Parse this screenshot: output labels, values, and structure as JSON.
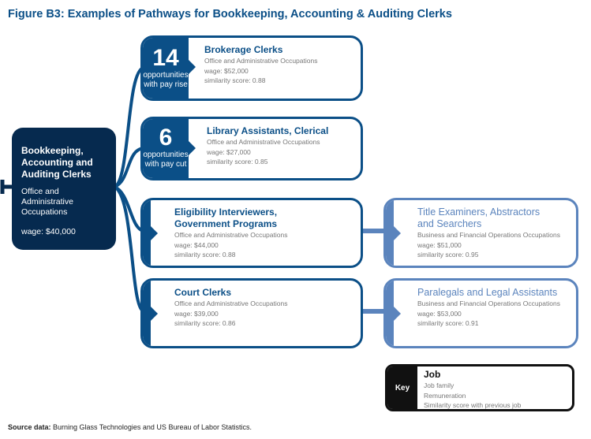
{
  "title": "Figure B3: Examples of Pathways for Bookkeeping, Accounting & Auditing Clerks",
  "source_job": {
    "title": "Bookkeeping, Accounting and Auditing Clerks",
    "family": "Office and Administrative Occupations",
    "wage": "wage: $40,000"
  },
  "jobs": [
    {
      "title": "Brokerage Clerks",
      "family": "Office and Administrative Occupations",
      "wage": "wage: $52,000",
      "similarity": "similarity score: 0.88",
      "count": "14",
      "count_label": "opportunities with pay rise"
    },
    {
      "title": "Library Assistants, Clerical",
      "family": "Office and Administrative Occupations",
      "wage": "wage: $27,000",
      "similarity": "similarity score: 0.85",
      "count": "6",
      "count_label": "opportunities with pay cut"
    },
    {
      "title": "Eligibility Interviewers, Government Programs",
      "family": "Office and Administrative Occupations",
      "wage": "wage: $44,000",
      "similarity": "similarity score: 0.88"
    },
    {
      "title": "Court Clerks",
      "family": "Office and Administrative Occupations",
      "wage": "wage: $39,000",
      "similarity": "similarity score: 0.86"
    },
    {
      "title": "Title Examiners, Abstractors and Searchers",
      "family": "Business and Financial Operations Occupations",
      "wage": "wage: $51,000",
      "similarity": "similarity score: 0.95"
    },
    {
      "title": "Paralegals and Legal Assistants",
      "family": "Business and Financial Operations Occupations",
      "wage": "wage: $53,000",
      "similarity": "similarity score: 0.91"
    }
  ],
  "key": {
    "label": "Key",
    "job": "Job",
    "family": "Job family",
    "remuneration": "Remuneration",
    "similarity": "Similarity score with previous job"
  },
  "footer": {
    "bold": "Source data:",
    "text": " Burning Glass Technologies and US Bureau of Labor Statistics."
  },
  "colors": {
    "navy": "#062a4f",
    "blue": "#0b4f87",
    "light_blue": "#5b84bd"
  }
}
